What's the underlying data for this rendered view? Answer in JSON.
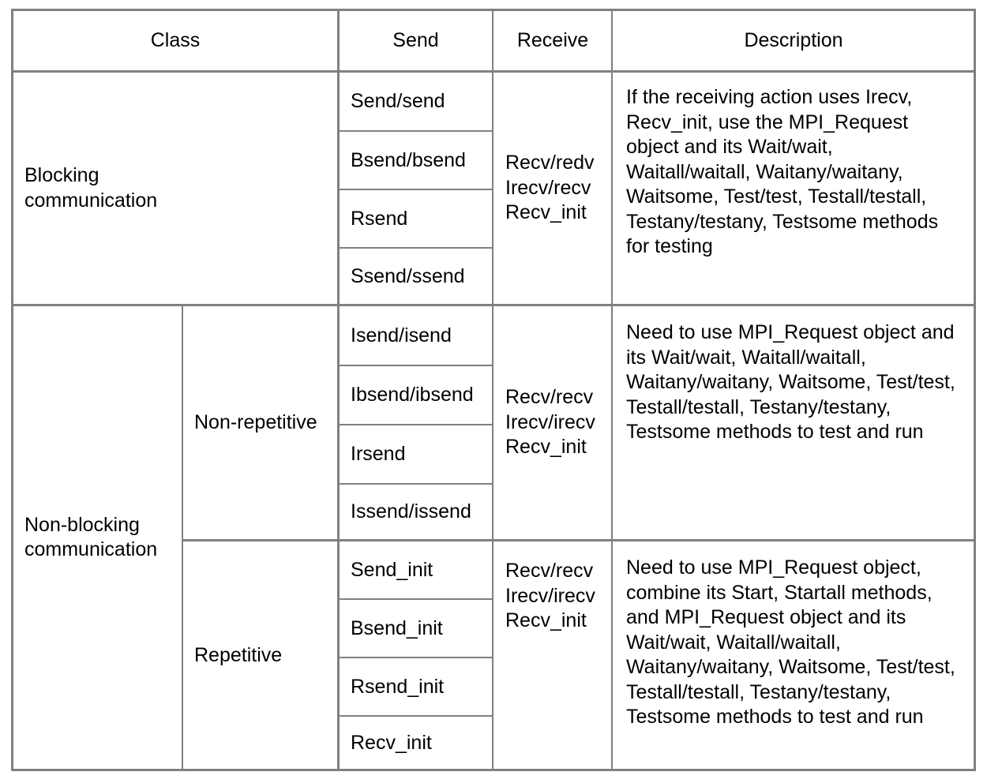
{
  "table": {
    "headers": [
      {
        "label": "Class"
      },
      {
        "label": "Send"
      },
      {
        "label": "Receive"
      },
      {
        "label": "Description"
      }
    ],
    "groups": [
      {
        "class_label": "Blocking\ncommunication",
        "subclass_label": "",
        "sends": [
          "Send/send",
          "Bsend/bsend",
          "Rsend",
          "Ssend/ssend"
        ],
        "receive": "Recv/redv\nIrecv/recv\nRecv_init",
        "description": "If the receiving action uses Irecv, Recv_init, use the MPI_Request object and its Wait/wait, Waitall/waitall, Waitany/waitany, Waitsome, Test/test, Testall/testall, Testany/testany, Testsome methods for testing"
      },
      {
        "class_label": "Non-blocking\ncommunication",
        "subclass_label": "Non-repetitive",
        "sends": [
          "Isend/isend",
          "Ibsend/ibsend",
          "Irsend",
          "Issend/issend"
        ],
        "receive": "Recv/recv\nIrecv/irecv\nRecv_init",
        "description": "Need to use MPI_Request object and its Wait/wait, Waitall/waitall, Waitany/waitany, Waitsome, Test/test, Testall/testall, Testany/testany, Testsome methods to test and run"
      },
      {
        "class_label": "",
        "subclass_label": "Repetitive",
        "sends": [
          "Send_init",
          "Bsend_init",
          "Rsend_init",
          "Recv_init"
        ],
        "receive": "Recv/recv\nIrecv/irecv\nRecv_init",
        "description": "Need to use MPI_Request object, combine its Start, Startall methods, and MPI_Request object and its Wait/wait, Waitall/waitall, Waitany/waitany, Waitsome, Test/test, Testall/testall, Testany/testany, Testsome methods to test and run"
      }
    ],
    "colors": {
      "border": "#808080",
      "text": "#000000",
      "background": "#ffffff"
    }
  }
}
